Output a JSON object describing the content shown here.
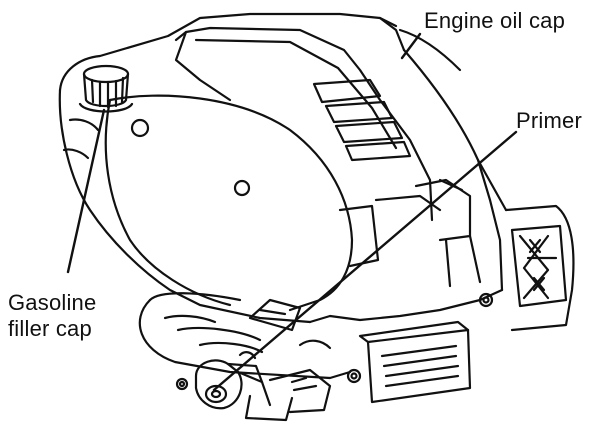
{
  "labels": {
    "engine_oil_cap": "Engine oil cap",
    "primer": "Primer",
    "gasoline_filler_cap_line1": "Gasoline",
    "gasoline_filler_cap_line2": "filler cap"
  },
  "colors": {
    "line": "#111111",
    "background": "#ffffff"
  }
}
